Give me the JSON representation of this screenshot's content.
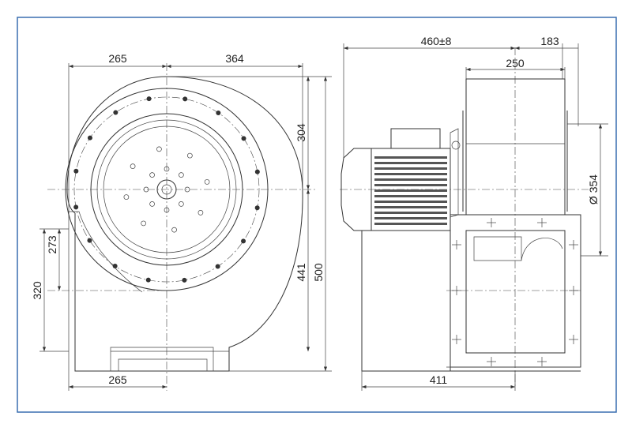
{
  "title": "Centrifugal fan dimensional drawing",
  "colors": {
    "frame": "#3a6fb0",
    "line": "#333333"
  },
  "front_view": {
    "dim_top_left": "265",
    "dim_top_right": "364",
    "dim_right_upper": "304",
    "dim_right_441": "441",
    "dim_right_500": "500",
    "dim_left_273": "273",
    "dim_left_320": "320",
    "dim_bottom": "265"
  },
  "side_view": {
    "dim_overall": "460±8",
    "dim_right": "183",
    "dim_housing_width": "250",
    "dim_diameter": "Ø 354",
    "dim_base": "411"
  }
}
